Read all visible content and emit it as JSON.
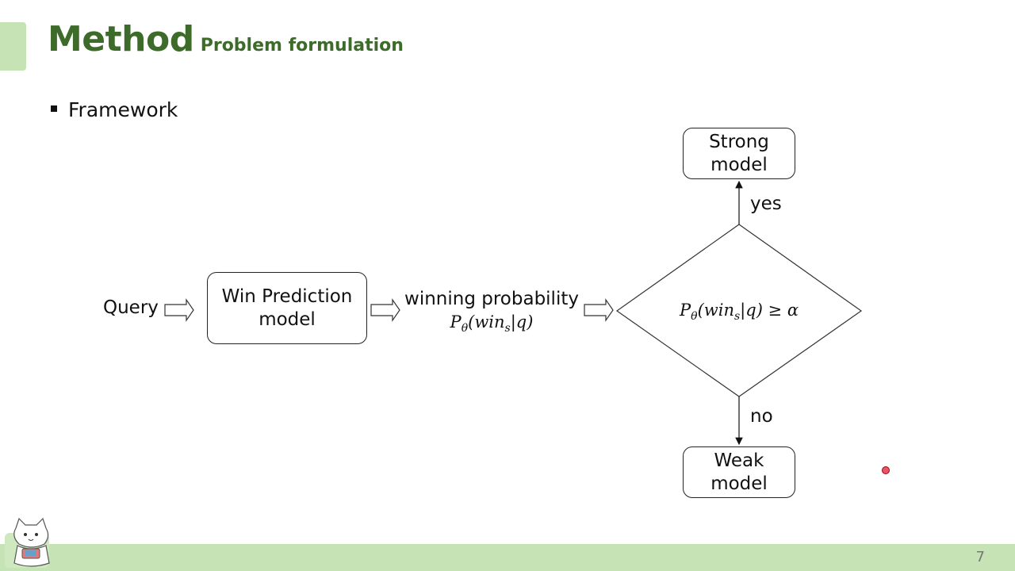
{
  "slide": {
    "title": "Method",
    "subtitle": "Problem formulation",
    "bullet": "Framework",
    "page_number": "7"
  },
  "diagram": {
    "query_label": "Query",
    "win_model_line1": "Win Prediction",
    "win_model_line2": "model",
    "prob_text": "winning probability",
    "prob_formula": {
      "p": "P",
      "theta": "θ",
      "win": "win",
      "s": "s",
      "rest": "|q)"
    },
    "decision_formula": {
      "p": "P",
      "theta": "θ",
      "win": "win",
      "s": "s",
      "rest": "|q) ≥ α"
    },
    "strong_line1": "Strong",
    "strong_line2": "model",
    "weak_line1": "Weak",
    "weak_line2": "model",
    "yes_label": "yes",
    "no_label": "no"
  },
  "colors": {
    "accent": "#c5e3b4",
    "title": "#3d6b2a",
    "laser": "#e8556a"
  }
}
